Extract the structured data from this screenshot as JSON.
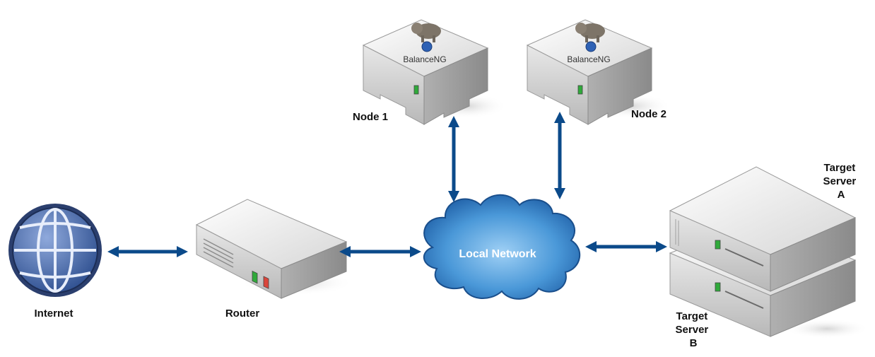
{
  "nodes": {
    "internet": {
      "label": "Internet"
    },
    "router": {
      "label": "Router"
    },
    "local_network": {
      "label": "Local Network"
    },
    "node1": {
      "label": "Node 1",
      "brand": "BalanceNG"
    },
    "node2": {
      "label": "Node 2",
      "brand": "BalanceNG"
    },
    "target_a": {
      "label_lines": [
        "Target",
        "Server",
        "A"
      ]
    },
    "target_b": {
      "label_lines": [
        "Target",
        "Server",
        "B"
      ]
    }
  },
  "colors": {
    "arrow": "#0b4a8a",
    "cloud": "#3a86c9",
    "globe": "#4a6aa8"
  }
}
